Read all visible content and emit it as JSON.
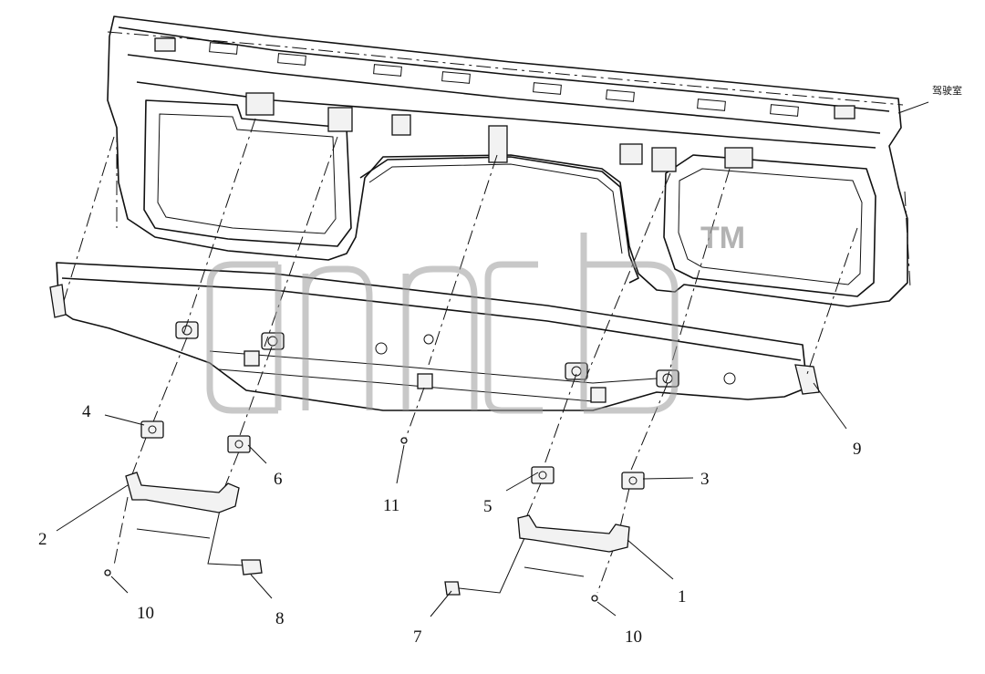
{
  "labels": {
    "l1": "1",
    "l2": "2",
    "l3": "3",
    "l4": "4",
    "l5": "5",
    "l6": "6",
    "l7": "7",
    "l8": "8",
    "l9": "9",
    "l10a": "10",
    "l10b": "10",
    "l11": "11"
  },
  "cab_label": "驾驶室",
  "watermark": {
    "trademark": "TM"
  }
}
